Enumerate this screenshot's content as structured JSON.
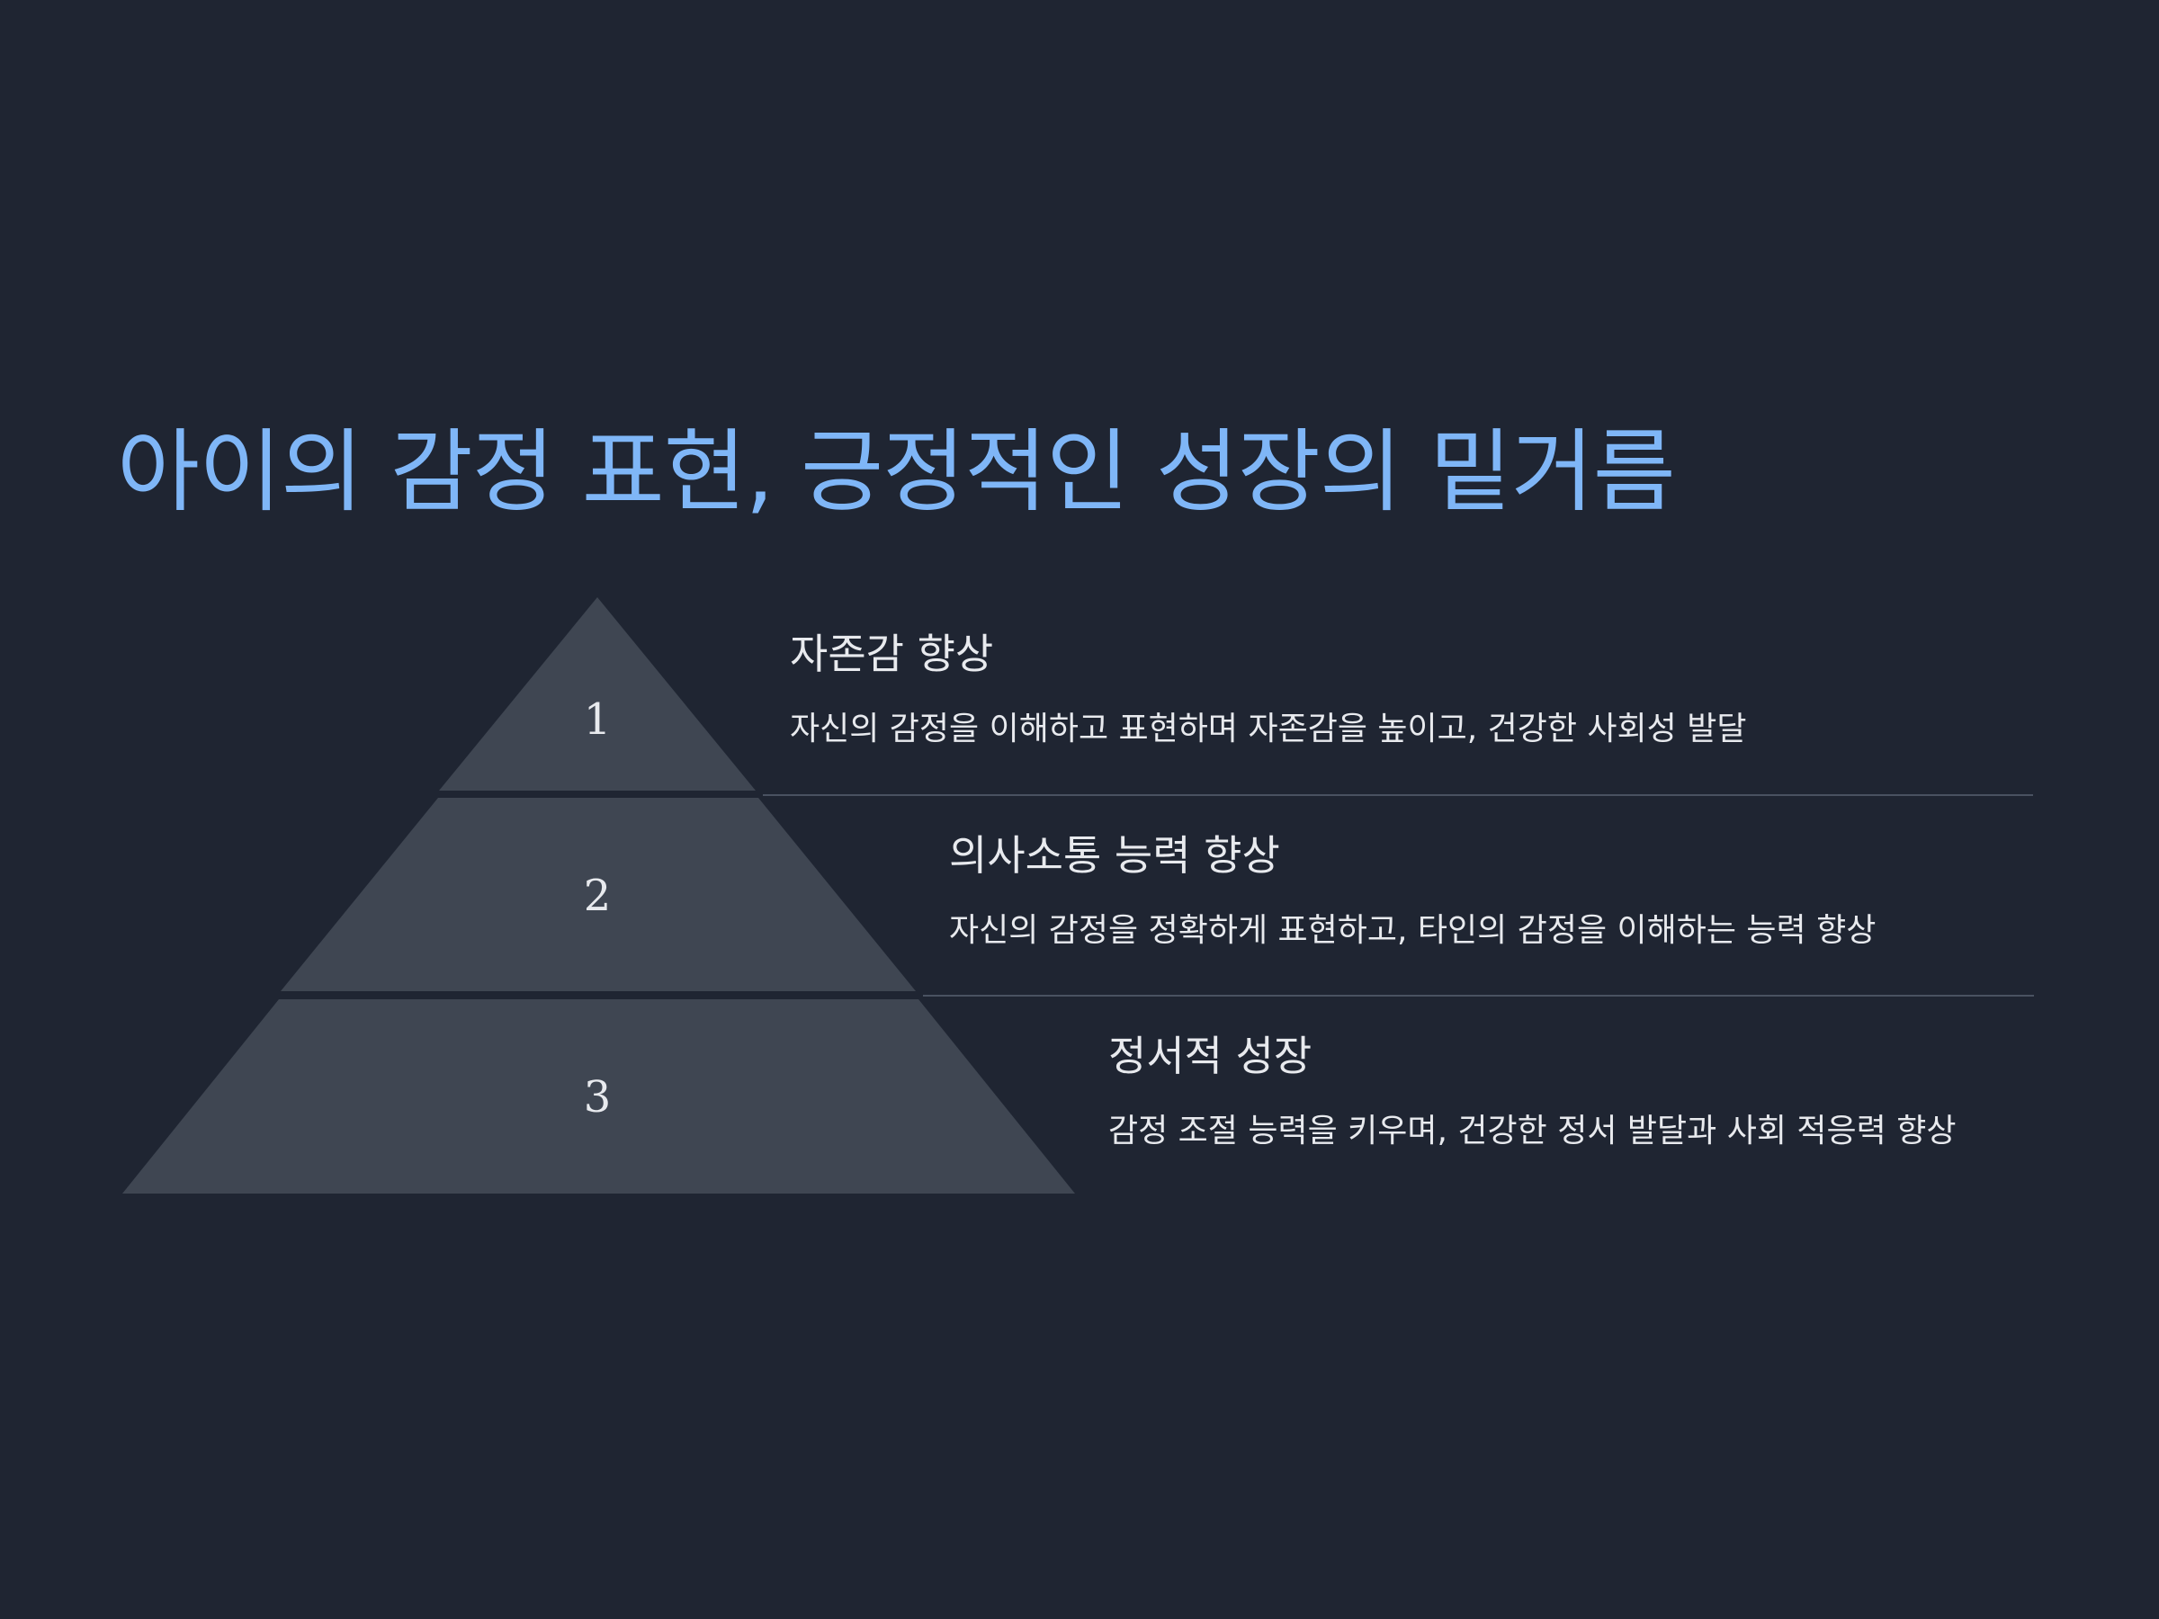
{
  "title": "아이의 감정 표현, 긍정적인 성장의 밑거름",
  "colors": {
    "background": "#1f2532",
    "title": "#7fb6f7",
    "tier_fill": "#3f4652",
    "divider": "#4a5261",
    "text": "#e8eaee"
  },
  "levels": [
    {
      "number": "1",
      "heading": "자존감 향상",
      "description": "자신의 감정을 이해하고 표현하며 자존감을 높이고, 건강한 사회성 발달"
    },
    {
      "number": "2",
      "heading": "의사소통 능력 향상",
      "description": "자신의 감정을 정확하게 표현하고, 타인의 감정을 이해하는 능력 향상"
    },
    {
      "number": "3",
      "heading": "정서적 성장",
      "description": "감정 조절 능력을 키우며, 건강한 정서 발달과 사회 적응력 향상"
    }
  ]
}
